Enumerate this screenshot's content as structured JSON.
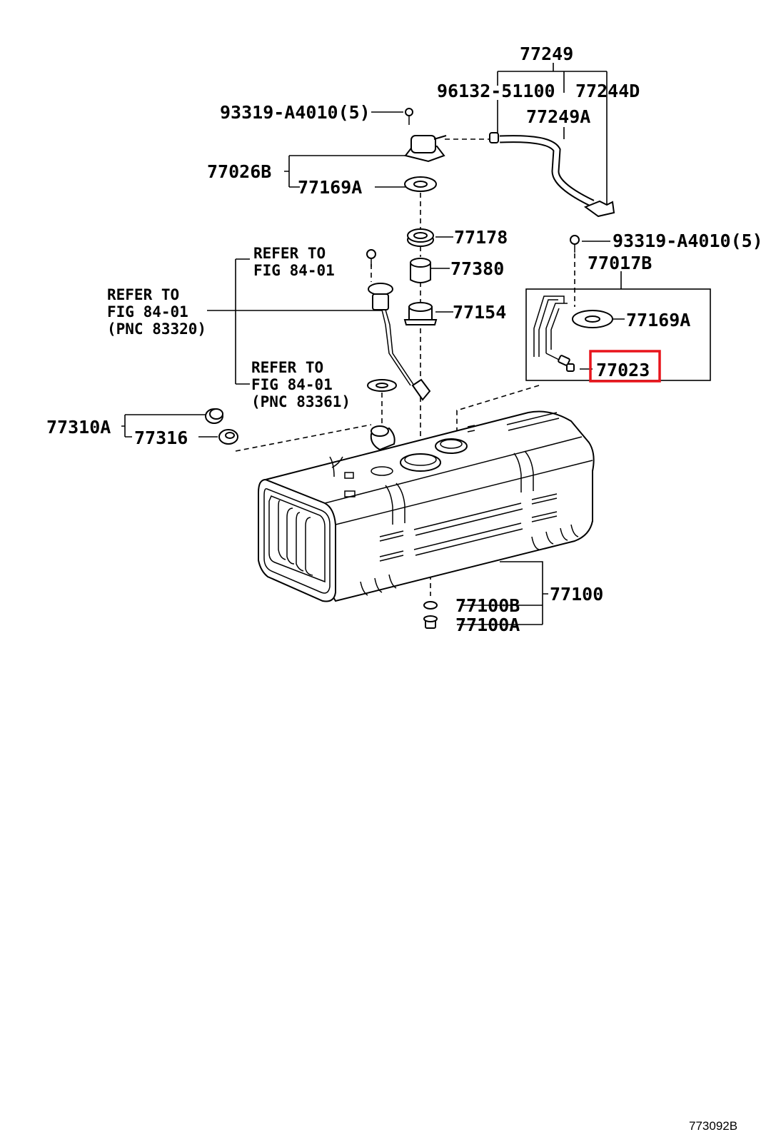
{
  "labels": {
    "p77249": "77249",
    "p96132": "96132-51100",
    "p77244d": "77244D",
    "p77249a": "77249A",
    "bolt_top": "93319-A4010(5)",
    "p77026b": "77026B",
    "p77169a_top": "77169A",
    "p77178": "77178",
    "p77380": "77380",
    "p77154": "77154",
    "bolt_right": "93319-A4010(5)",
    "p77017b": "77017B",
    "p77169a_right": "77169A",
    "p77023": "77023",
    "p77310a": "77310A",
    "p77316": "77316",
    "p77100": "77100",
    "p77100b": "77100B",
    "p77100a": "77100A"
  },
  "references": {
    "ref1_line1": "REFER TO",
    "ref1_line2": "FIG 84-01",
    "ref2_line1": "REFER TO",
    "ref2_line2": "FIG 84-01",
    "ref2_line3": "(PNC 83320)",
    "ref3_line1": "REFER TO",
    "ref3_line2": "FIG 84-01",
    "ref3_line3": "(PNC 83361)"
  },
  "diagram_code": "773092B",
  "highlight": {
    "part": "77023",
    "color": "#e8141c"
  }
}
